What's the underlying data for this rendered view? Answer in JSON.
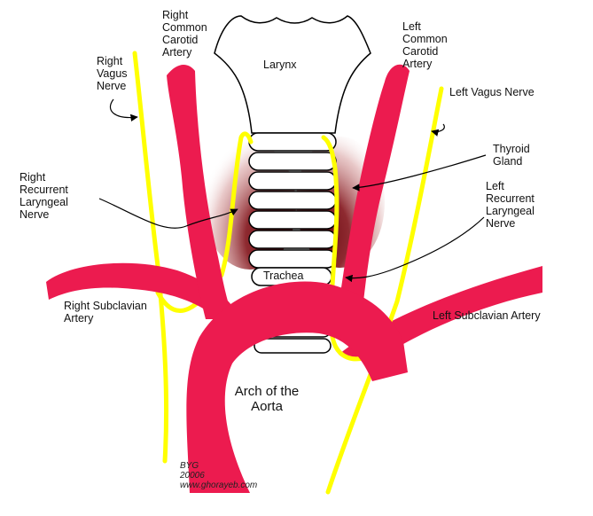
{
  "colors": {
    "artery": "#ec1b4f",
    "nerve": "#ffff00",
    "outline": "#000000",
    "thyroid_core": "#7a0f16",
    "background": "#ffffff"
  },
  "labels": {
    "larynx": "Larynx",
    "trachea": "Trachea",
    "right_common_carotid": "Right\nCommon\nCarotid\nArtery",
    "left_common_carotid": "Left\nCommon\nCarotid\nArtery",
    "right_vagus": "Right\nVagus\nNerve",
    "left_vagus": "Left Vagus Nerve",
    "thyroid_gland": "Thyroid\nGland",
    "right_recurrent": "Right\nRecurrent\nLaryngeal\nNerve",
    "left_recurrent": "Left\nRecurrent\nLaryngeal\nNerve",
    "right_subclavian": "Right Subclavian\nArtery",
    "left_subclavian": "Left Subclavian Artery",
    "arch_of_aorta": "Arch of the\nAorta"
  },
  "credit": {
    "line1": "BYG",
    "line2": "20006",
    "line3": "www.ghorayeb.com"
  }
}
